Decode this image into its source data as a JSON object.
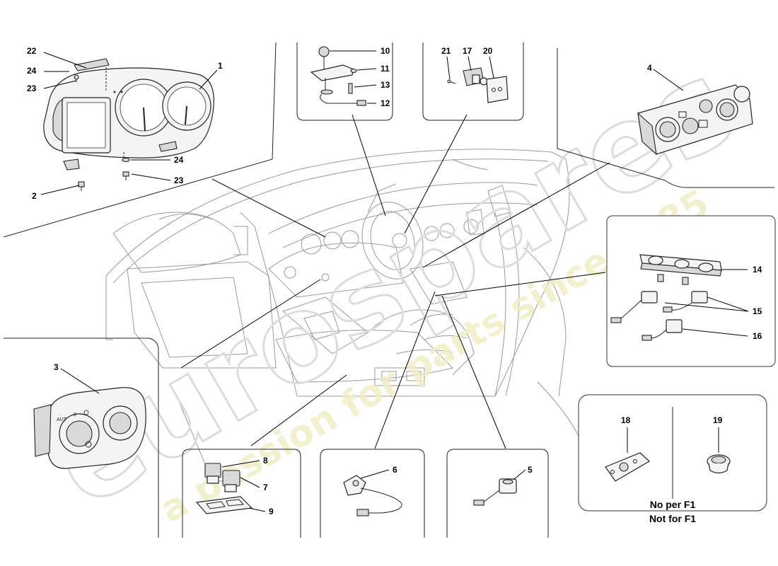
{
  "labels": {
    "p1": "1",
    "p2": "2",
    "p3": "3",
    "p4": "4",
    "p5": "5",
    "p6": "6",
    "p7": "7",
    "p8": "8",
    "p9": "9",
    "p10": "10",
    "p11": "11",
    "p12": "12",
    "p13": "13",
    "p14": "14",
    "p15": "15",
    "p16": "16",
    "p17": "17",
    "p18": "18",
    "p19": "19",
    "p20": "20",
    "p21": "21",
    "p22": "22",
    "p23a": "23",
    "p23b": "23",
    "p24a": "24",
    "p24b": "24"
  },
  "note": {
    "line1": "No per F1",
    "line2": "Not for F1"
  },
  "watermark": {
    "brand": "eurospares",
    "tagline": "a passion for parts since 1985"
  },
  "switch_text": {
    "aut": "AUT",
    "zero": "0"
  }
}
